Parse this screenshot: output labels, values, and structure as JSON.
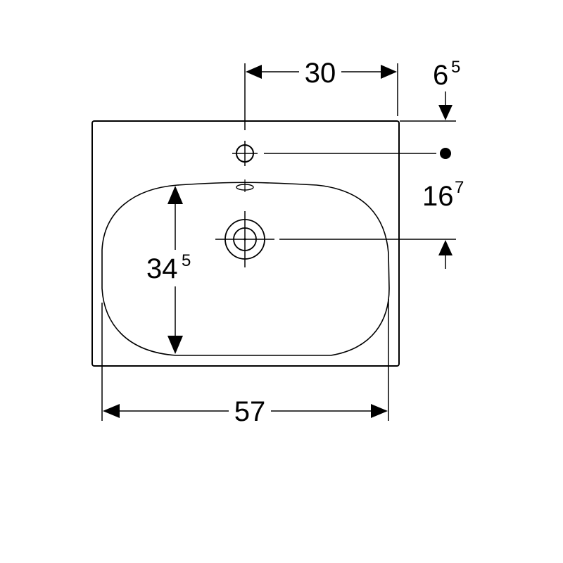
{
  "dimensions": {
    "tap_hole_offset": "30",
    "top_offset_main": "6",
    "top_offset_sup": "5",
    "drain_to_taphole_main": "16",
    "drain_to_taphole_sup": "7",
    "bowl_depth_main": "34",
    "bowl_depth_sup": "5",
    "bowl_width": "57"
  }
}
